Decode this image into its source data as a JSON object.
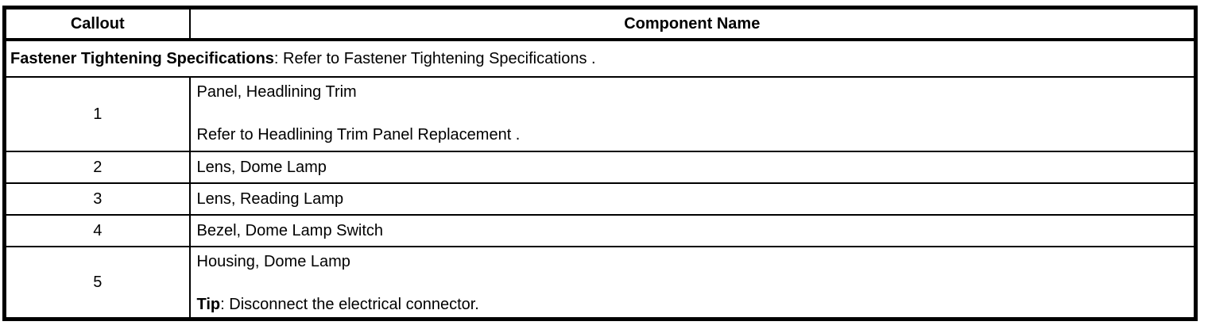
{
  "colors": {
    "border": "#000000",
    "text": "#000000",
    "background": "#ffffff"
  },
  "table": {
    "columns": [
      {
        "label": "Callout"
      },
      {
        "label": "Component Name"
      }
    ],
    "note_row": {
      "bold": "Fastener Tightening Specifications",
      "rest": ": Refer to Fastener Tightening Specifications ."
    },
    "rows": [
      {
        "callout": "1",
        "lines": [
          {
            "bold": "",
            "text": "Panel, Headlining Trim"
          },
          {
            "bold": "",
            "text": "Refer to Headlining Trim Panel Replacement ."
          }
        ]
      },
      {
        "callout": "2",
        "lines": [
          {
            "bold": "",
            "text": "Lens, Dome Lamp"
          }
        ]
      },
      {
        "callout": "3",
        "lines": [
          {
            "bold": "",
            "text": "Lens, Reading Lamp"
          }
        ]
      },
      {
        "callout": "4",
        "lines": [
          {
            "bold": "",
            "text": "Bezel, Dome Lamp Switch"
          }
        ]
      },
      {
        "callout": "5",
        "lines": [
          {
            "bold": "",
            "text": "Housing, Dome Lamp"
          },
          {
            "bold": "Tip",
            "text": ": Disconnect the electrical connector."
          }
        ]
      }
    ]
  }
}
